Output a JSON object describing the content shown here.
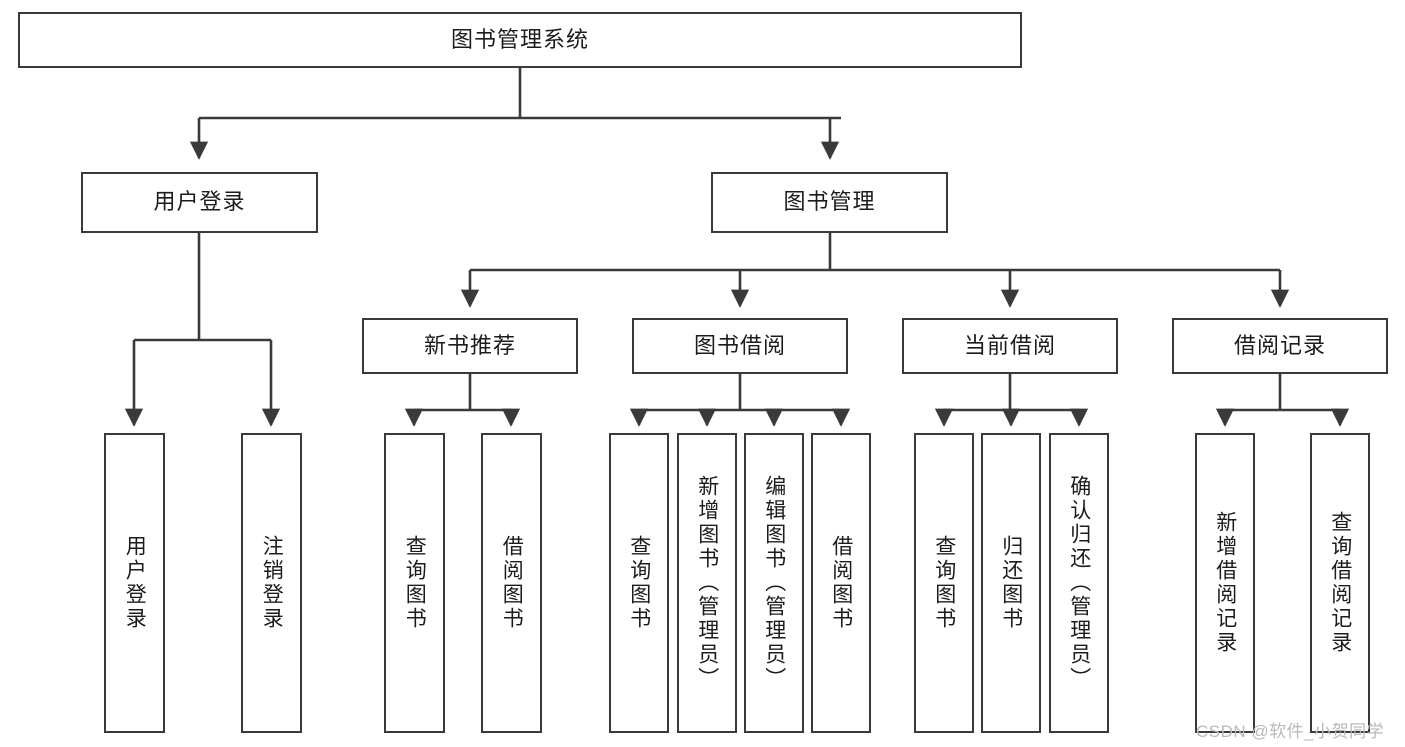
{
  "diagram": {
    "type": "tree-hierarchy-chart",
    "title": "图书管理系统",
    "stroke_color": "#3a3a3a",
    "fill_color": "#ffffff",
    "text_color": "#1c1c1c",
    "levels": {
      "root": {
        "label": "图书管理系统"
      },
      "level2": [
        {
          "label": "用户登录"
        },
        {
          "label": "图书管理"
        }
      ],
      "level3": [
        {
          "label": "新书推荐"
        },
        {
          "label": "图书借阅"
        },
        {
          "label": "当前借阅"
        },
        {
          "label": "借阅记录"
        }
      ],
      "leaves": {
        "user_login": [
          {
            "label": "用户登录"
          },
          {
            "label": "注销登录"
          }
        ],
        "new_book_recommend": [
          {
            "label": "查询图书"
          },
          {
            "label": "借阅图书"
          }
        ],
        "book_borrow": [
          {
            "label": "查询图书"
          },
          {
            "label": "新增图书（管理员）"
          },
          {
            "label": "编辑图书（管理员）"
          },
          {
            "label": "借阅图书"
          }
        ],
        "current_borrow": [
          {
            "label": "查询图书"
          },
          {
            "label": "归还图书"
          },
          {
            "label": "确认归还（管理员）"
          }
        ],
        "borrow_record": [
          {
            "label": "新增借阅记录"
          },
          {
            "label": "查询借阅记录"
          }
        ]
      }
    },
    "watermark": "CSDN @软件_小贺同学"
  }
}
